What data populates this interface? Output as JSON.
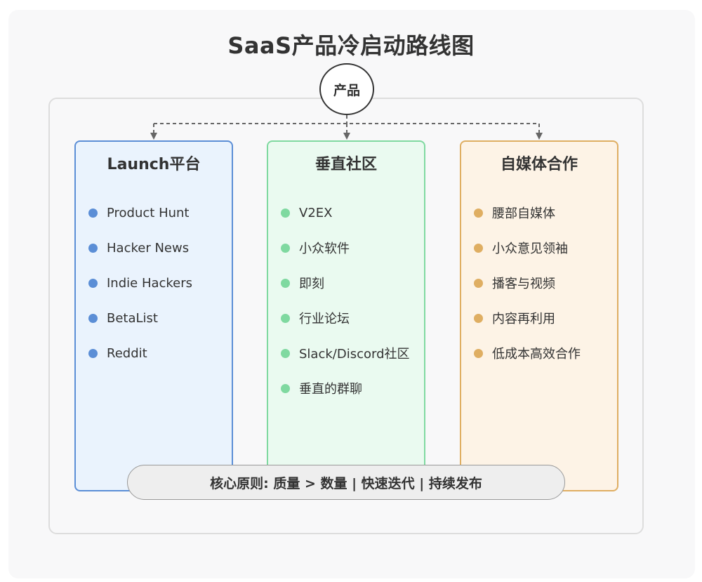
{
  "title": "SaaS产品冷启动路线图",
  "center_node": {
    "label": "产品"
  },
  "columns": [
    {
      "heading": "Launch平台",
      "accent": "#5b8ed6",
      "fill": "#eaf3fd",
      "items": [
        "Product Hunt",
        "Hacker News",
        "Indie Hackers",
        "BetaList",
        "Reddit"
      ]
    },
    {
      "heading": "垂直社区",
      "accent": "#7fd9a0",
      "fill": "#eafaf0",
      "items": [
        "V2EX",
        "小众软件",
        "即刻",
        "行业论坛",
        "Slack/Discord社区",
        "垂直的群聊"
      ]
    },
    {
      "heading": "自媒体合作",
      "accent": "#dfae62",
      "fill": "#fdf3e6",
      "items": [
        "腰部自媒体",
        "小众意见领袖",
        "播客与视频",
        "内容再利用",
        "低成本高效合作"
      ]
    }
  ],
  "principle": "核心原则: 质量 > 数量 | 快速迭代 | 持续发布",
  "connector_color": "#666666",
  "connector_style": "dashed"
}
